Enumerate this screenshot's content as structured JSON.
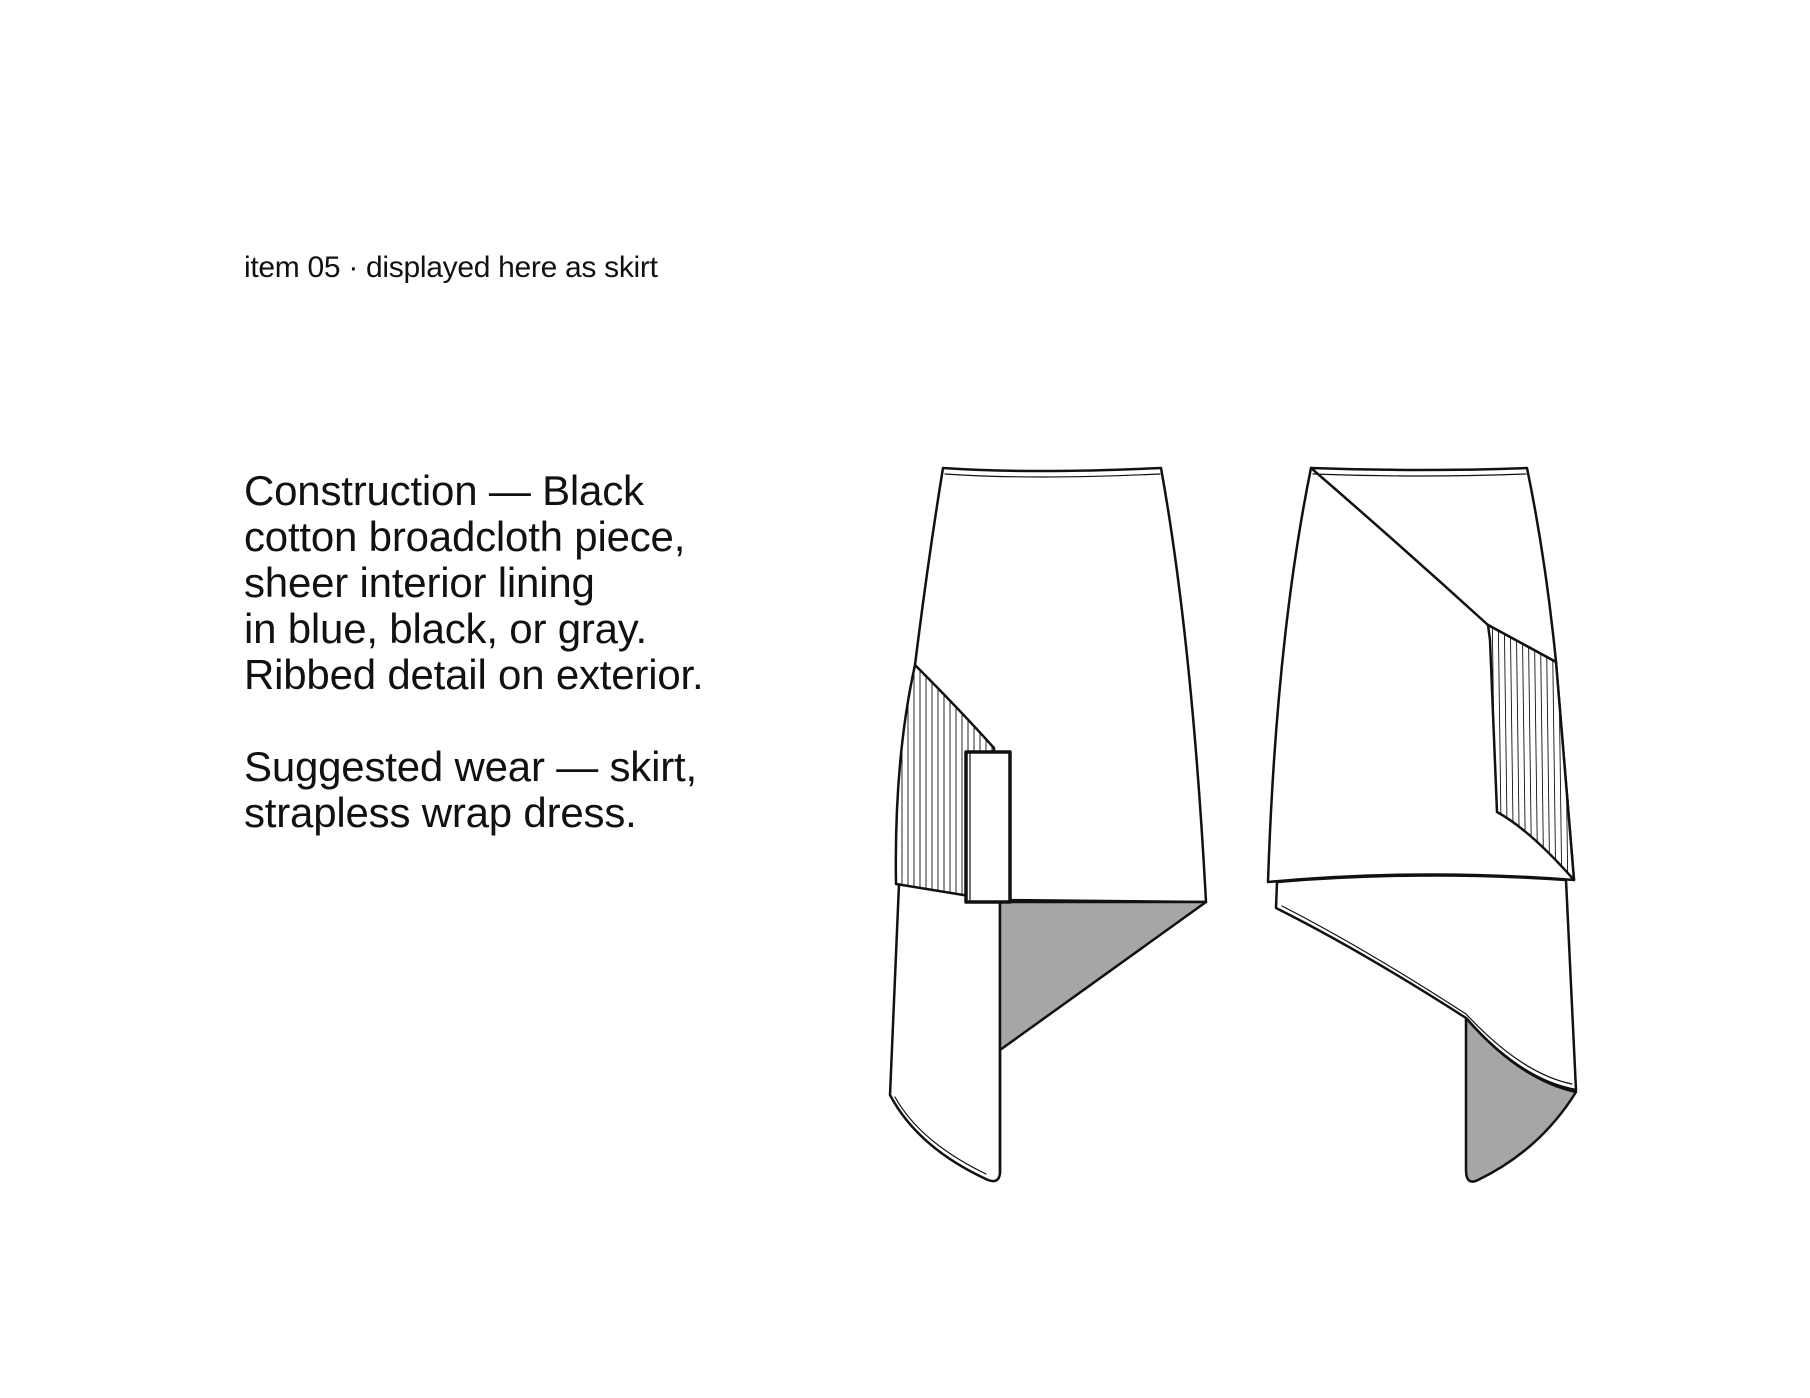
{
  "caption": "item 05 · displayed here as skirt",
  "description": {
    "construction_lines": [
      "Construction — Black",
      "cotton broadcloth piece,",
      "sheer interior lining",
      "in blue, black, or gray.",
      "Ribbed detail on exterior."
    ],
    "wear_lines": [
      "Suggested wear — skirt,",
      "strapless wrap dress."
    ]
  },
  "colors": {
    "line": "#111111",
    "lining": "#a6a6a6",
    "fabric": "#ffffff"
  },
  "illustrations": [
    {
      "view": "front",
      "name": "skirt-front-view"
    },
    {
      "view": "back",
      "name": "skirt-back-view"
    }
  ]
}
